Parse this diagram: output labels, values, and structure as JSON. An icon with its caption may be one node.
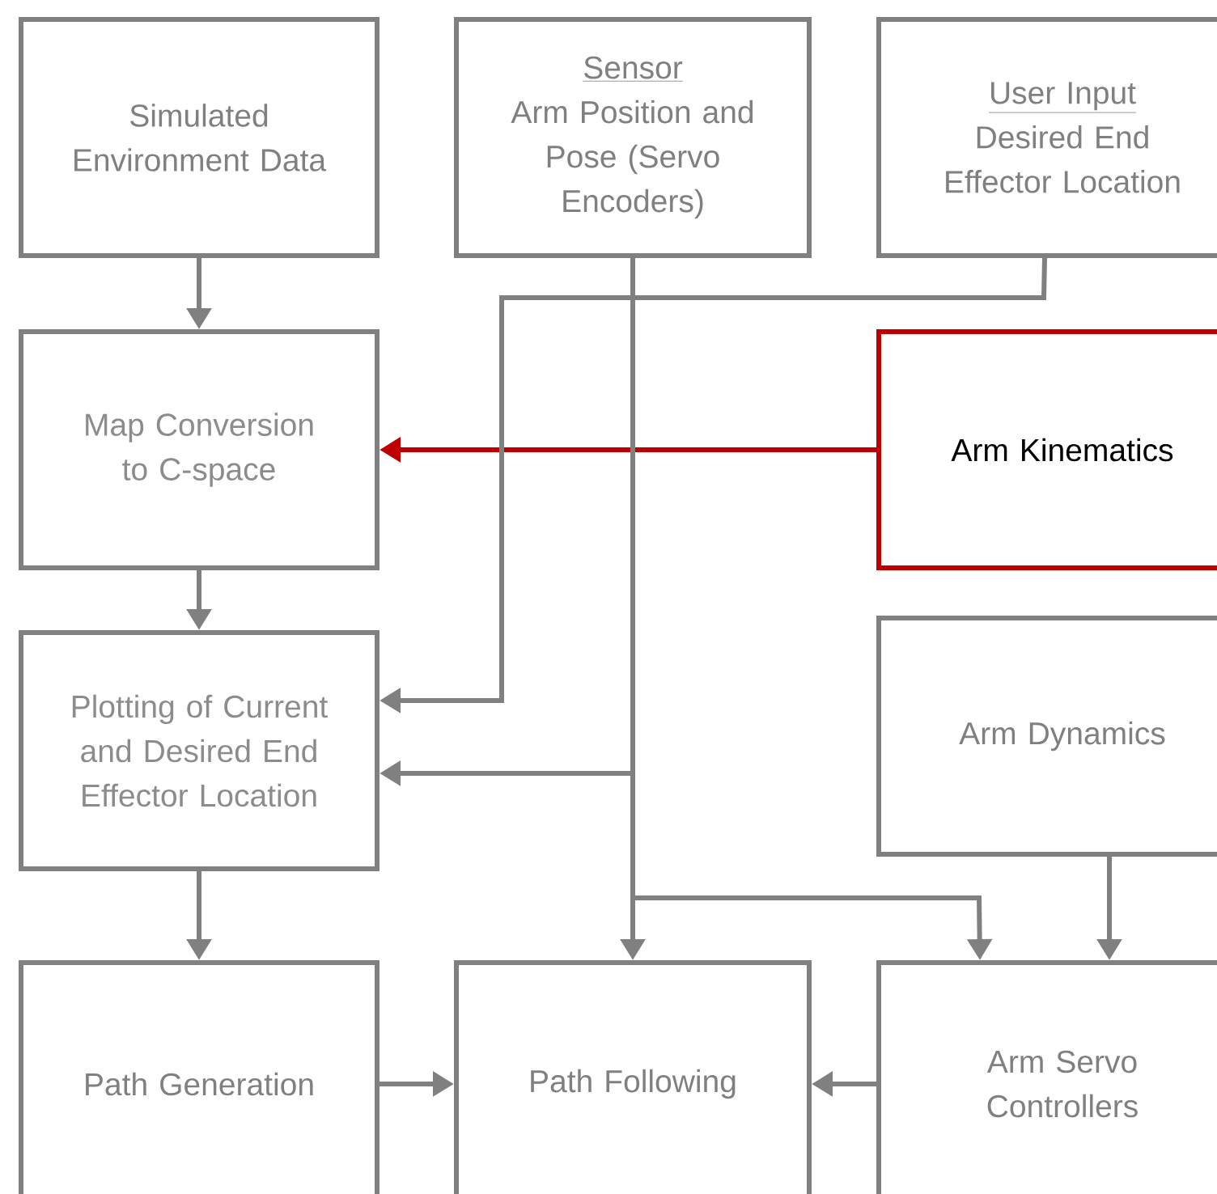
{
  "diagram": {
    "nodes": [
      {
        "text": [
          "Simulated Environment Data"
        ]
      },
      {
        "text": [
          "Sensor",
          "Arm Position and Pose (Servo Encoders)"
        ]
      },
      {
        "text": [
          "User Input",
          "Desired End Effector Location"
        ]
      },
      {
        "text": [
          "Map Conversion to C-space"
        ]
      },
      {
        "text": [
          "Arm Kinematics"
        ]
      },
      {
        "text": [
          "Plotting of Current and Desired End Effector Location"
        ]
      },
      {
        "text": [
          "Arm Dynamics"
        ]
      },
      {
        "text": [
          "Path Generation"
        ]
      },
      {
        "text": [
          "Path Following"
        ]
      },
      {
        "text": [
          "Arm Servo Controllers"
        ]
      }
    ],
    "edges": [
      {
        "from": 0,
        "to": 3,
        "arrow": "to"
      },
      {
        "from": 4,
        "to": 3,
        "arrow": "to",
        "color": "#c00000"
      },
      {
        "from": 2,
        "to": 5,
        "arrow": "to"
      },
      {
        "from": 1,
        "to": 5,
        "arrow": "to"
      },
      {
        "from": 3,
        "to": 5,
        "arrow": "to"
      },
      {
        "from": 1,
        "to": 8,
        "arrow": "to"
      },
      {
        "from": 1,
        "to": 9,
        "arrow": "to"
      },
      {
        "from": 6,
        "to": 9,
        "arrow": "to"
      },
      {
        "from": 5,
        "to": 7,
        "arrow": "to"
      },
      {
        "from": 7,
        "to": 8,
        "arrow": "to"
      },
      {
        "from": 9,
        "to": 8,
        "arrow": "to"
      }
    ]
  }
}
